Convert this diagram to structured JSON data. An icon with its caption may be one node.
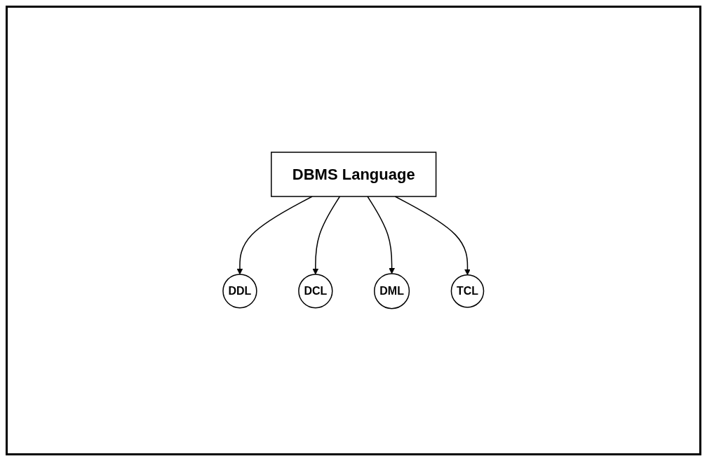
{
  "diagram": {
    "nodes": [
      {
        "text": [
          "DBMS Language"
        ]
      },
      {
        "text": [
          "DDL"
        ]
      },
      {
        "text": [
          "DCL"
        ]
      },
      {
        "text": [
          "DML"
        ]
      },
      {
        "text": [
          "TCL"
        ]
      }
    ],
    "edges": [
      {
        "from": 0,
        "to": 1,
        "arrow": "to"
      },
      {
        "from": 0,
        "to": 2,
        "arrow": "to"
      },
      {
        "from": 0,
        "to": 3,
        "arrow": "to"
      },
      {
        "from": 0,
        "to": 4,
        "arrow": "to"
      }
    ]
  }
}
